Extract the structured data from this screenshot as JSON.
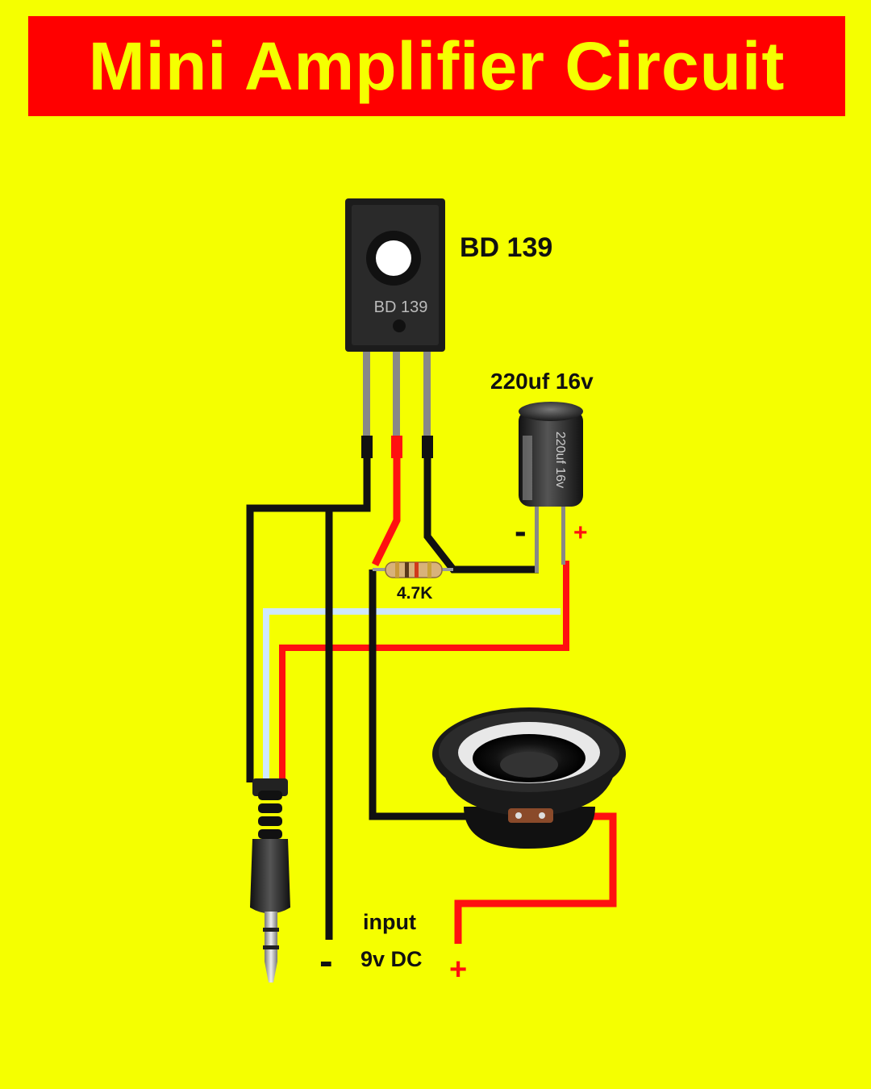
{
  "title": "Mini Amplifier Circuit",
  "colors": {
    "background": "#f5ff00",
    "banner": "#ff0000",
    "title_text": "#f5ff00",
    "wire_black": "#111111",
    "wire_red": "#ff1010",
    "wire_blue": "#cfe8ff"
  },
  "components": {
    "transistor": {
      "label": "BD 139",
      "marking": "BD 139"
    },
    "capacitor": {
      "label": "220uf 16v",
      "marking": "220uf 16v",
      "minus": "-",
      "plus": "+"
    },
    "resistor": {
      "label": "4.7K"
    },
    "speaker": {
      "icon": "speaker-icon"
    },
    "audio_jack": {
      "icon": "audio-jack-icon"
    },
    "power": {
      "label_line1": "input",
      "label_line2": "9v DC",
      "minus": "-",
      "plus": "+"
    }
  }
}
